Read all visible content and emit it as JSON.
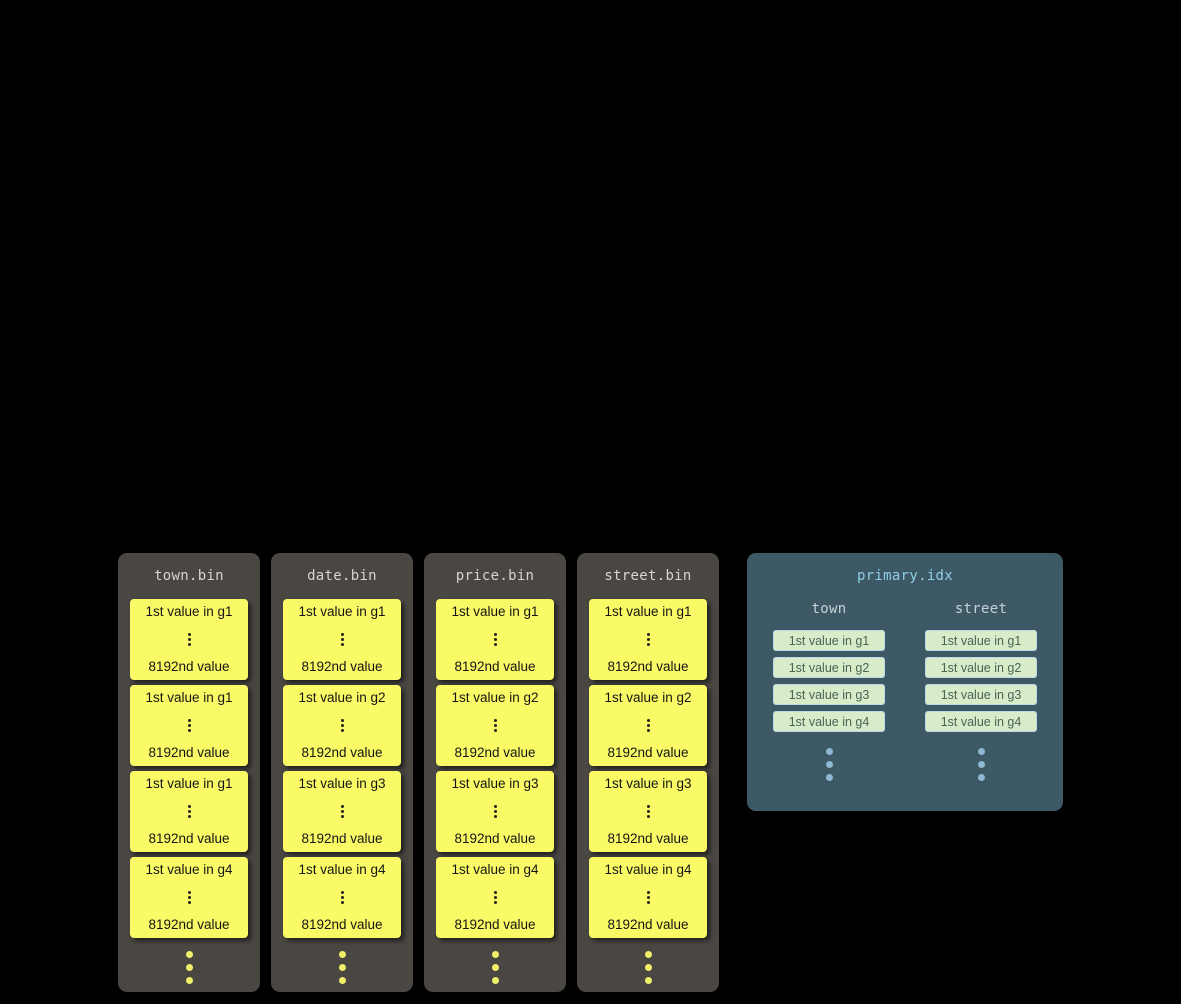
{
  "colors": {
    "background": "#000000",
    "file_panel": "#4a4743",
    "file_name_text": "#d6d5d1",
    "granule_block": "#fafa66",
    "granule_text": "#151515",
    "index_panel": "#3e5966",
    "index_title_text": "#8ecfe6",
    "index_column_text": "#c5d3d7",
    "index_entry_bg": "#d8ecca",
    "index_entry_border": "#bdd8e9",
    "index_entry_text": "#4b6455",
    "ellipsis_yellow": "#f2f06a",
    "ellipsis_blue": "#8fb8d4"
  },
  "files": [
    {
      "name": "town.bin",
      "granules": [
        {
          "first": "1st value in g1",
          "last": "8192nd value"
        },
        {
          "first": "1st value in g1",
          "last": "8192nd value"
        },
        {
          "first": "1st value in g1",
          "last": "8192nd value"
        },
        {
          "first": "1st value in g4",
          "last": "8192nd value"
        }
      ]
    },
    {
      "name": "date.bin",
      "granules": [
        {
          "first": "1st value in g1",
          "last": "8192nd value"
        },
        {
          "first": "1st value in g2",
          "last": "8192nd value"
        },
        {
          "first": "1st value in g3",
          "last": "8192nd value"
        },
        {
          "first": "1st value in g4",
          "last": "8192nd value"
        }
      ]
    },
    {
      "name": "price.bin",
      "granules": [
        {
          "first": "1st value in g1",
          "last": "8192nd value"
        },
        {
          "first": "1st value in g2",
          "last": "8192nd value"
        },
        {
          "first": "1st value in g3",
          "last": "8192nd value"
        },
        {
          "first": "1st value in g4",
          "last": "8192nd value"
        }
      ]
    },
    {
      "name": "street.bin",
      "granules": [
        {
          "first": "1st value in g1",
          "last": "8192nd value"
        },
        {
          "first": "1st value in g2",
          "last": "8192nd value"
        },
        {
          "first": "1st value in g3",
          "last": "8192nd value"
        },
        {
          "first": "1st value in g4",
          "last": "8192nd value"
        }
      ]
    }
  ],
  "index": {
    "title": "primary.idx",
    "columns": [
      {
        "name": "town",
        "entries": [
          "1st value in g1",
          "1st value in g2",
          "1st value in g3",
          "1st value in g4"
        ]
      },
      {
        "name": "street",
        "entries": [
          "1st value in g1",
          "1st value in g2",
          "1st value in g3",
          "1st value in g4"
        ]
      }
    ]
  }
}
